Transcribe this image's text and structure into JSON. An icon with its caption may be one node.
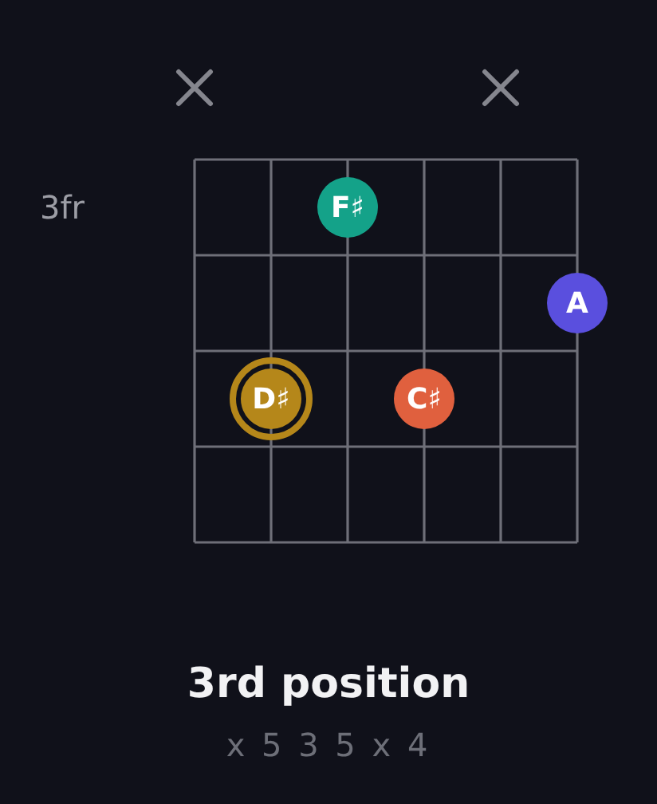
{
  "diagram": {
    "title": "3rd position",
    "caption": "x 5 3 5 x 4",
    "nodes": [
      {
        "text": [
          "F♯"
        ]
      },
      {
        "text": [
          "A"
        ]
      },
      {
        "text": [
          "D♯"
        ]
      },
      {
        "text": [
          "C♯"
        ]
      }
    ],
    "labels": [
      "3fr"
    ]
  }
}
